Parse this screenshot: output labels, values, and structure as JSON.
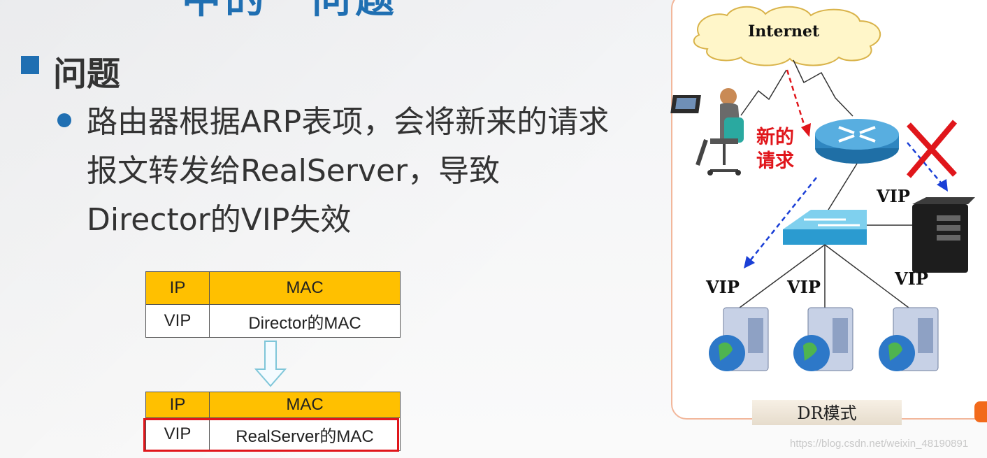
{
  "slide": {
    "section_title": "问题",
    "bullet_text": "路由器根据ARP表项，会将新来的请求报文转发给RealServer，导致Director的VIP失效"
  },
  "arp_table_before": {
    "headers": [
      "IP",
      "MAC"
    ],
    "row": [
      "VIP",
      "Director的MAC"
    ]
  },
  "arp_table_after": {
    "headers": [
      "IP",
      "MAC"
    ],
    "row": [
      "VIP",
      "RealServer的MAC"
    ]
  },
  "diagram": {
    "internet_label": "Internet",
    "new_request_label_line1": "新的",
    "new_request_label_line2": "请求",
    "vip_labels": [
      "VIP",
      "VIP",
      "VIP",
      "VIP"
    ],
    "mode_label": "DR模式"
  },
  "watermark": "https://blog.csdn.net/weixin_48190891",
  "colors": {
    "accent_blue": "#1f6fb2",
    "table_header": "#ffc000",
    "highlight_red": "#e0161b",
    "panel_border": "#f2b79b"
  }
}
